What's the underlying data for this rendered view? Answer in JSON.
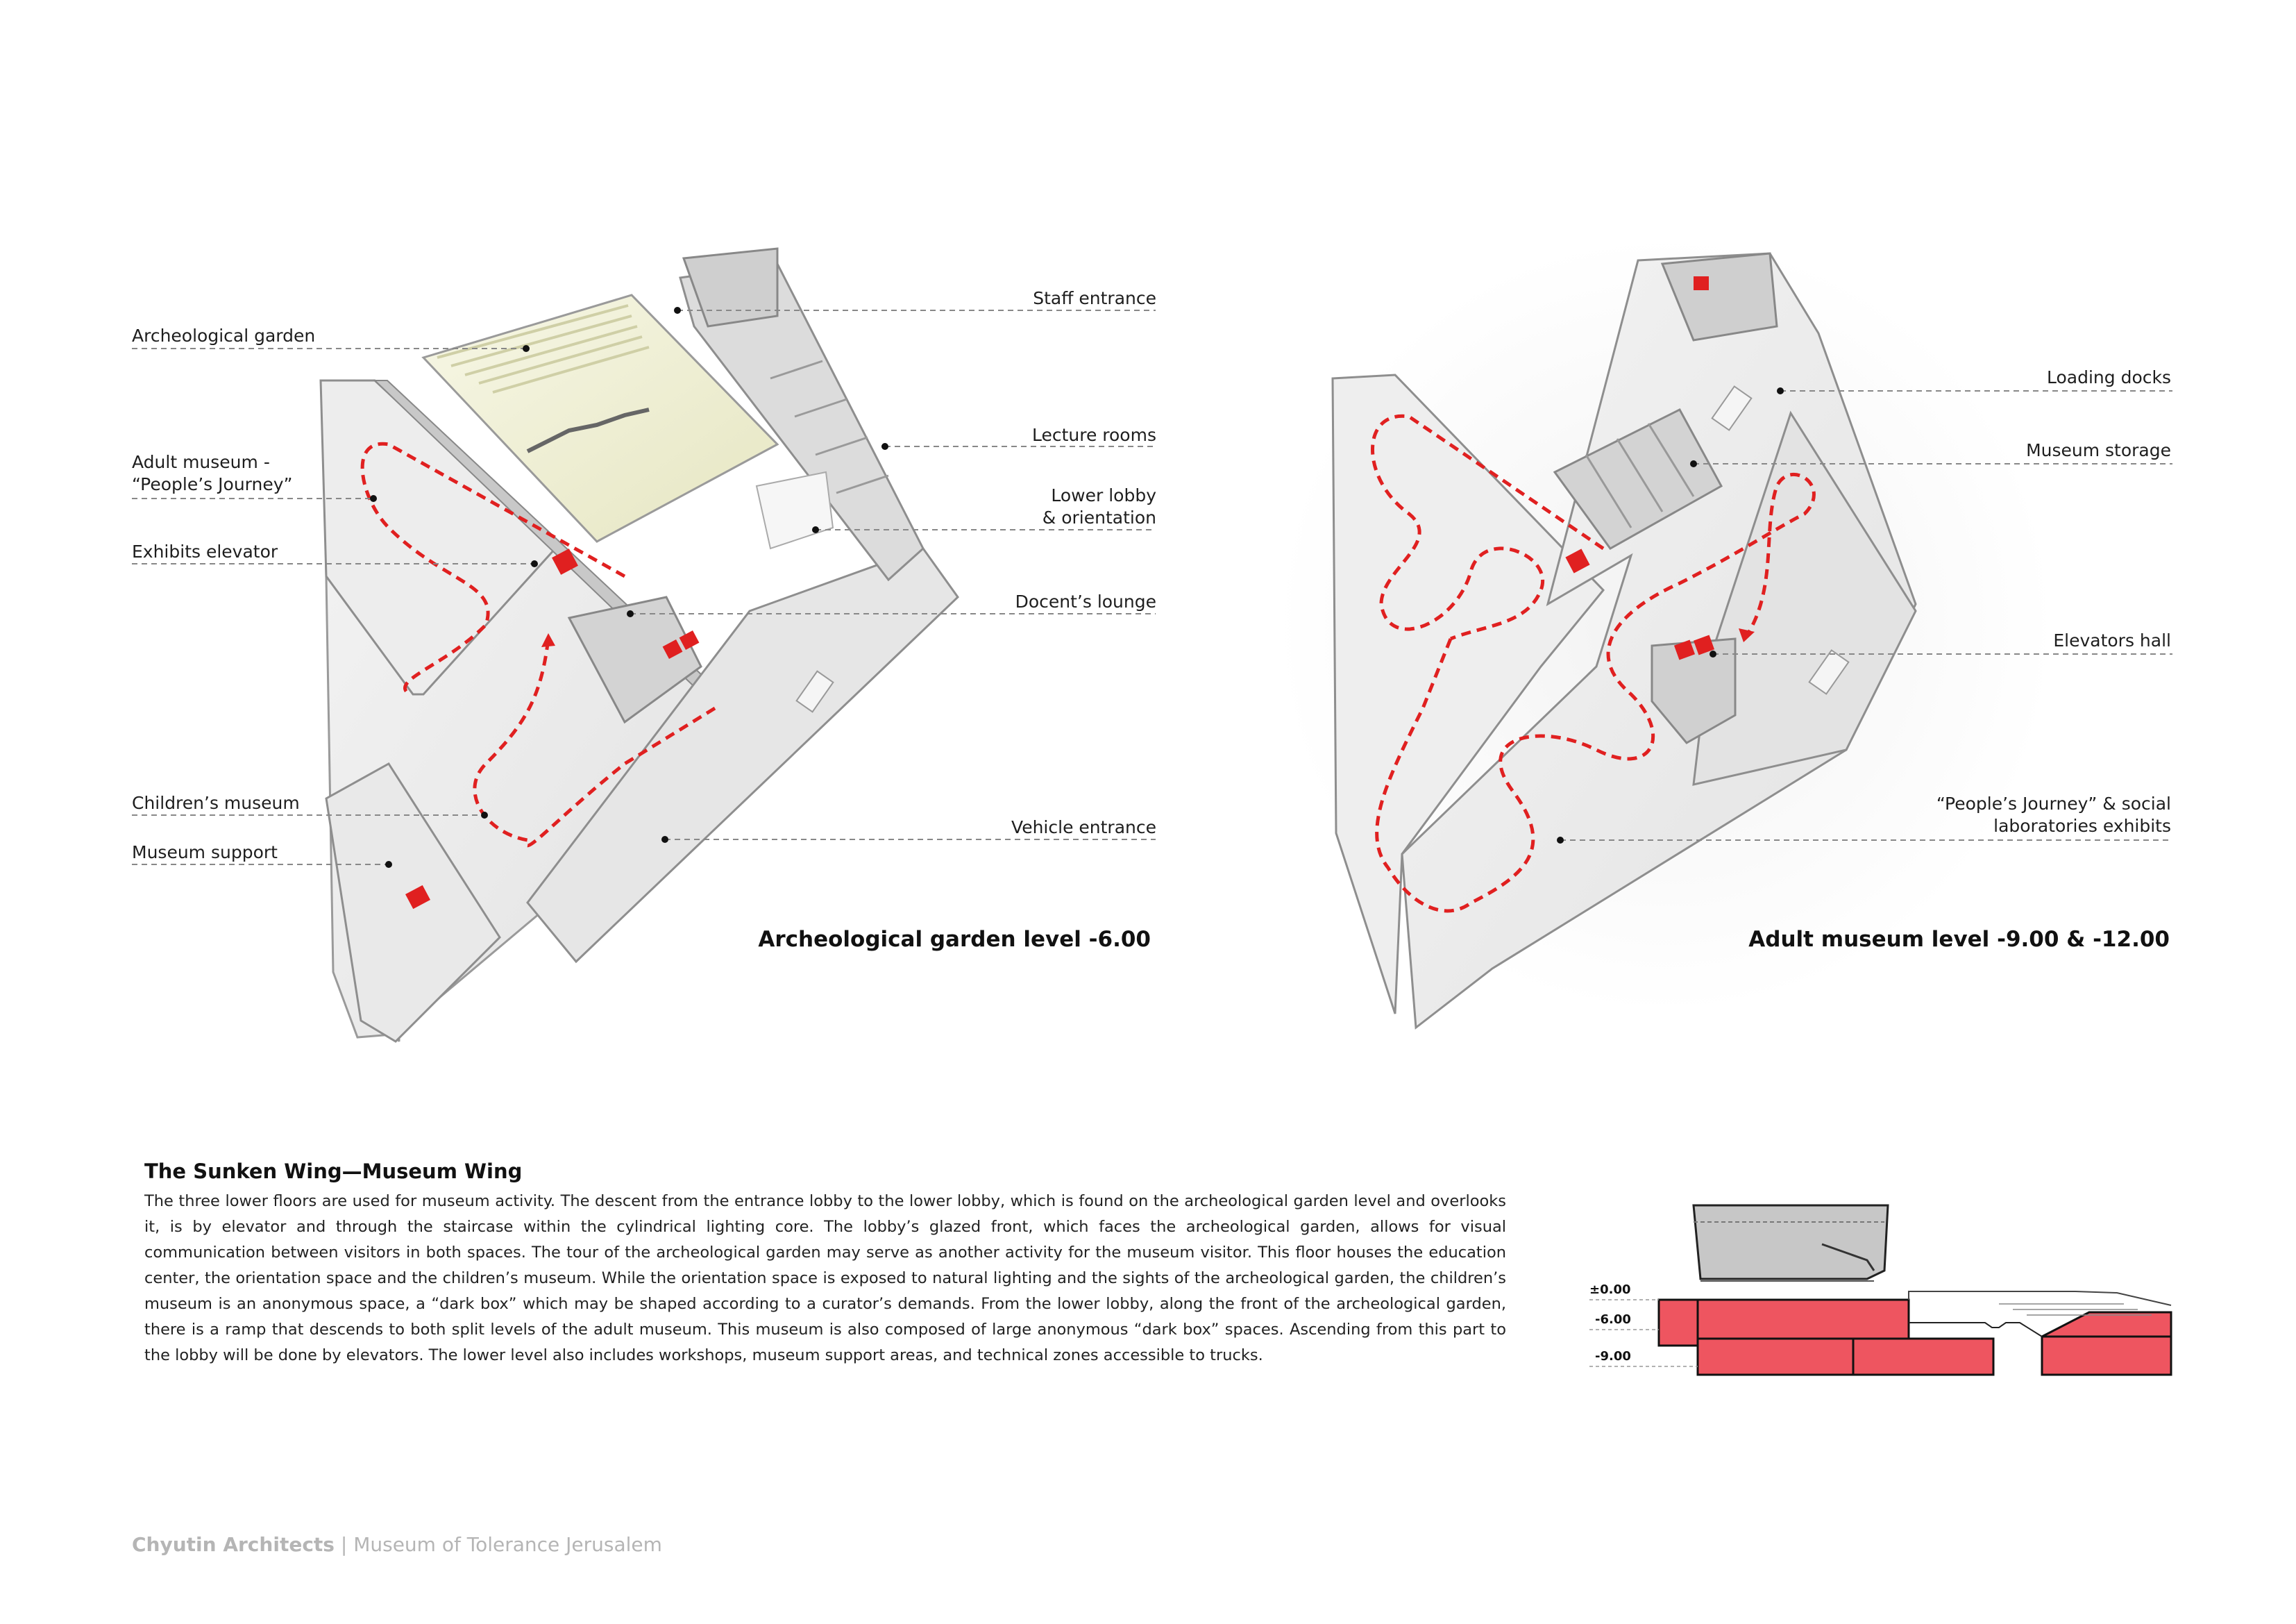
{
  "left_plan": {
    "title": "Archeological garden level  -6.00",
    "labels": {
      "archeological_garden": "Archeological garden",
      "adult_museum_1": "Adult museum -",
      "adult_museum_2": "“People’s Journey”",
      "exhibits_elevator": "Exhibits elevator",
      "childrens_museum": "Children’s museum",
      "museum_support": "Museum support",
      "staff_entrance": "Staff entrance",
      "lecture_rooms": "Lecture rooms",
      "lower_lobby_1": "Lower lobby",
      "lower_lobby_2": "& orientation",
      "docents_lounge": "Docent’s lounge",
      "vehicle_entrance": "Vehicle entrance"
    }
  },
  "right_plan": {
    "title": "Adult museum level -9.00 & -12.00",
    "labels": {
      "loading_docks": "Loading docks",
      "museum_storage": "Museum storage",
      "elevators_hall": "Elevators hall",
      "peoples_journey_1": "“People’s Journey” & social",
      "peoples_journey_2": "laboratories exhibits"
    }
  },
  "text_section": {
    "heading": "The Sunken Wing—Museum Wing",
    "body": "The three lower floors are used for museum activity. The descent from the entrance lobby to the lower lobby, which is found on the archeological garden level and overlooks it, is by elevator and through the staircase within the cylindrical lighting core. The lobby’s glazed front, which faces the archeological garden, allows for visual communication between visitors in both spaces. The tour of the archeological garden may serve as another activity for the museum visitor. This floor houses the education center, the orientation space and the children’s museum. While the orientation space is exposed to natural lighting and the sights of the archeological garden, the children’s museum is an anonymous space, a “dark box” which may be shaped according to a curator’s demands. From the lower lobby, along the front of the archeological garden, there is a ramp that descends to both split levels of the adult museum. This museum is also composed of large anonymous “dark box” spaces. Ascending from this part to the lobby will be done by elevators. The lower level also includes workshops, museum support areas, and technical zones accessible to trucks."
  },
  "section_levels": [
    "±0.00",
    "-6.00",
    "-9.00"
  ],
  "footer": {
    "firm": "Chyutin Architects",
    "separator": " | ",
    "project": "Museum of Tolerance Jerusalem"
  },
  "colors": {
    "accent_red": "#e02020",
    "section_red": "#ee5560",
    "floor_light": "#eeeeee",
    "wall_grey": "#bdbdbd",
    "garden_yellow": "#efefd2",
    "footer_grey": "#b5b5b5"
  }
}
